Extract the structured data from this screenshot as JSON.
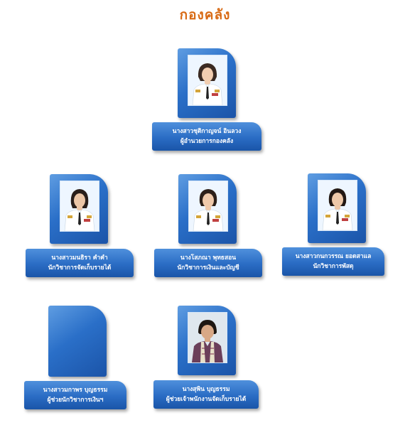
{
  "title": "กองคลัง",
  "people": [
    {
      "name": "นางสาวชุติกาญจน์ อินลวง",
      "position": "ผู้อำนวยการกองคลัง"
    },
    {
      "name": "นางสาวมนธิรา คำคำ",
      "position": "นักวิชาการจัดเก็บรายได้"
    },
    {
      "name": "นางโสภณา พุทธสอน",
      "position": "นักวิชาการเงินและบัญชี"
    },
    {
      "name": "นางสาวกนกวรรณ ยอดสาแล",
      "position": "นักวิชาการพัสดุ"
    },
    {
      "name": "นางสาวมกาพร บุญธรรม",
      "position": "ผู้ช่วยนักวิชาการเงินฯ"
    },
    {
      "name": "นางสุพิน บุญธรรม",
      "position": "ผู้ช่วยเจ้าพนักงานจัดเก็บรายได้"
    }
  ],
  "colors": {
    "title": "#d86a14",
    "box": "#2a6fc8"
  }
}
